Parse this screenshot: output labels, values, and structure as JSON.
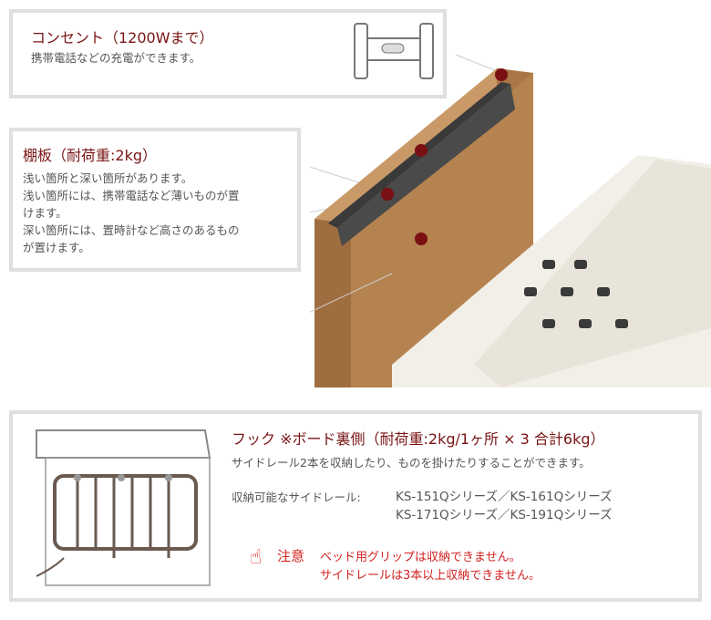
{
  "outlet": {
    "title": "コンセント（1200Wまで）",
    "desc": "携帯電話などの充電ができます。"
  },
  "shelf": {
    "title": "棚板（耐荷重:2kg）",
    "lines": [
      "浅い箇所と深い箇所があります。",
      "浅い箇所には、携帯電話など薄いものが置",
      "けます。",
      "深い箇所には、置時計など高さのあるもの",
      "が置けます。"
    ]
  },
  "hook": {
    "title": "フック ※ボード裏側（耐荷重:2kg/1ヶ所 × 3  合計6kg）",
    "desc": "サイドレール2本を収納したり、ものを掛けたりすることができます。",
    "compatible_label": "収納可能なサイドレール:",
    "compatible": [
      "KS-151Qシリーズ／KS-161Qシリーズ",
      "KS-171Qシリーズ／KS-191Qシリーズ"
    ],
    "caution_label": "注意",
    "cautions": [
      "ベッド用グリップは収納できません。",
      "サイドレールは3本以上収納できません。"
    ]
  },
  "colors": {
    "title": "#7a1414",
    "caution": "#d42020",
    "marker": "#7a0f14",
    "wood": "#b5834f"
  }
}
